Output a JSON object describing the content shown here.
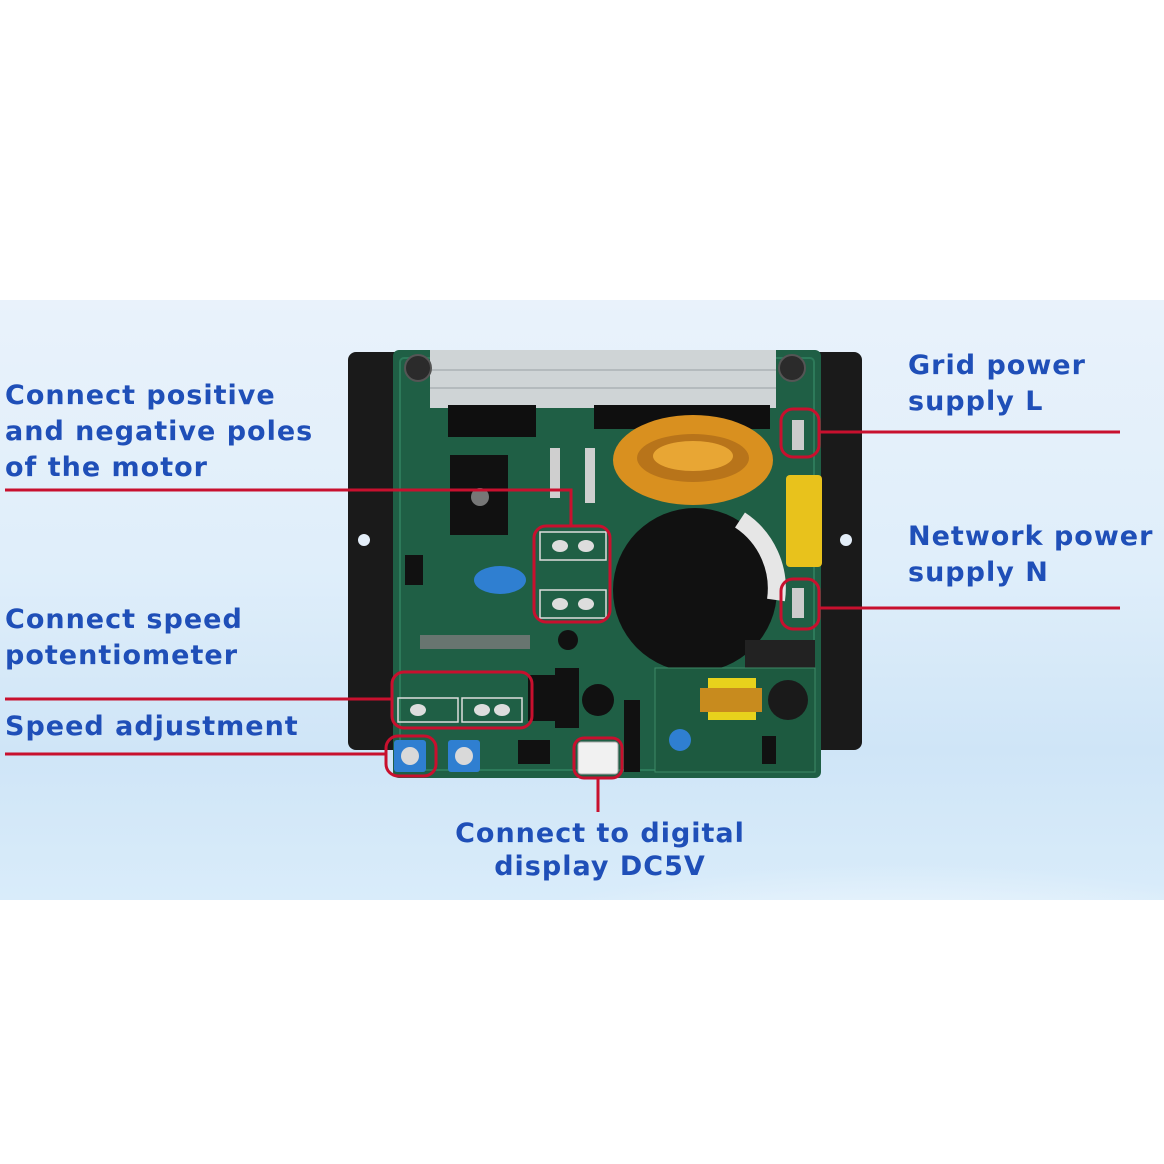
{
  "labels": {
    "motor_poles": "Connect positive\nand negative poles\nof the motor",
    "speed_pot": "Connect speed\npotentiometer",
    "speed_adjust": "Speed adjustment",
    "grid_power": "Grid power\nsupply L",
    "network_power": "Network power\nsupply N",
    "digital_display": "Connect to digital\ndisplay DC5V"
  },
  "colors": {
    "label_text": "#1f4fb8",
    "callout_line": "#c8102e",
    "pcb": "#1f5f45",
    "backplate": "#1a1a1a",
    "capacitor": "#111111",
    "inductor_copper": "#d9901f",
    "film_capacitor": "#e8c21c",
    "potentiometer": "#2f7fd1"
  }
}
